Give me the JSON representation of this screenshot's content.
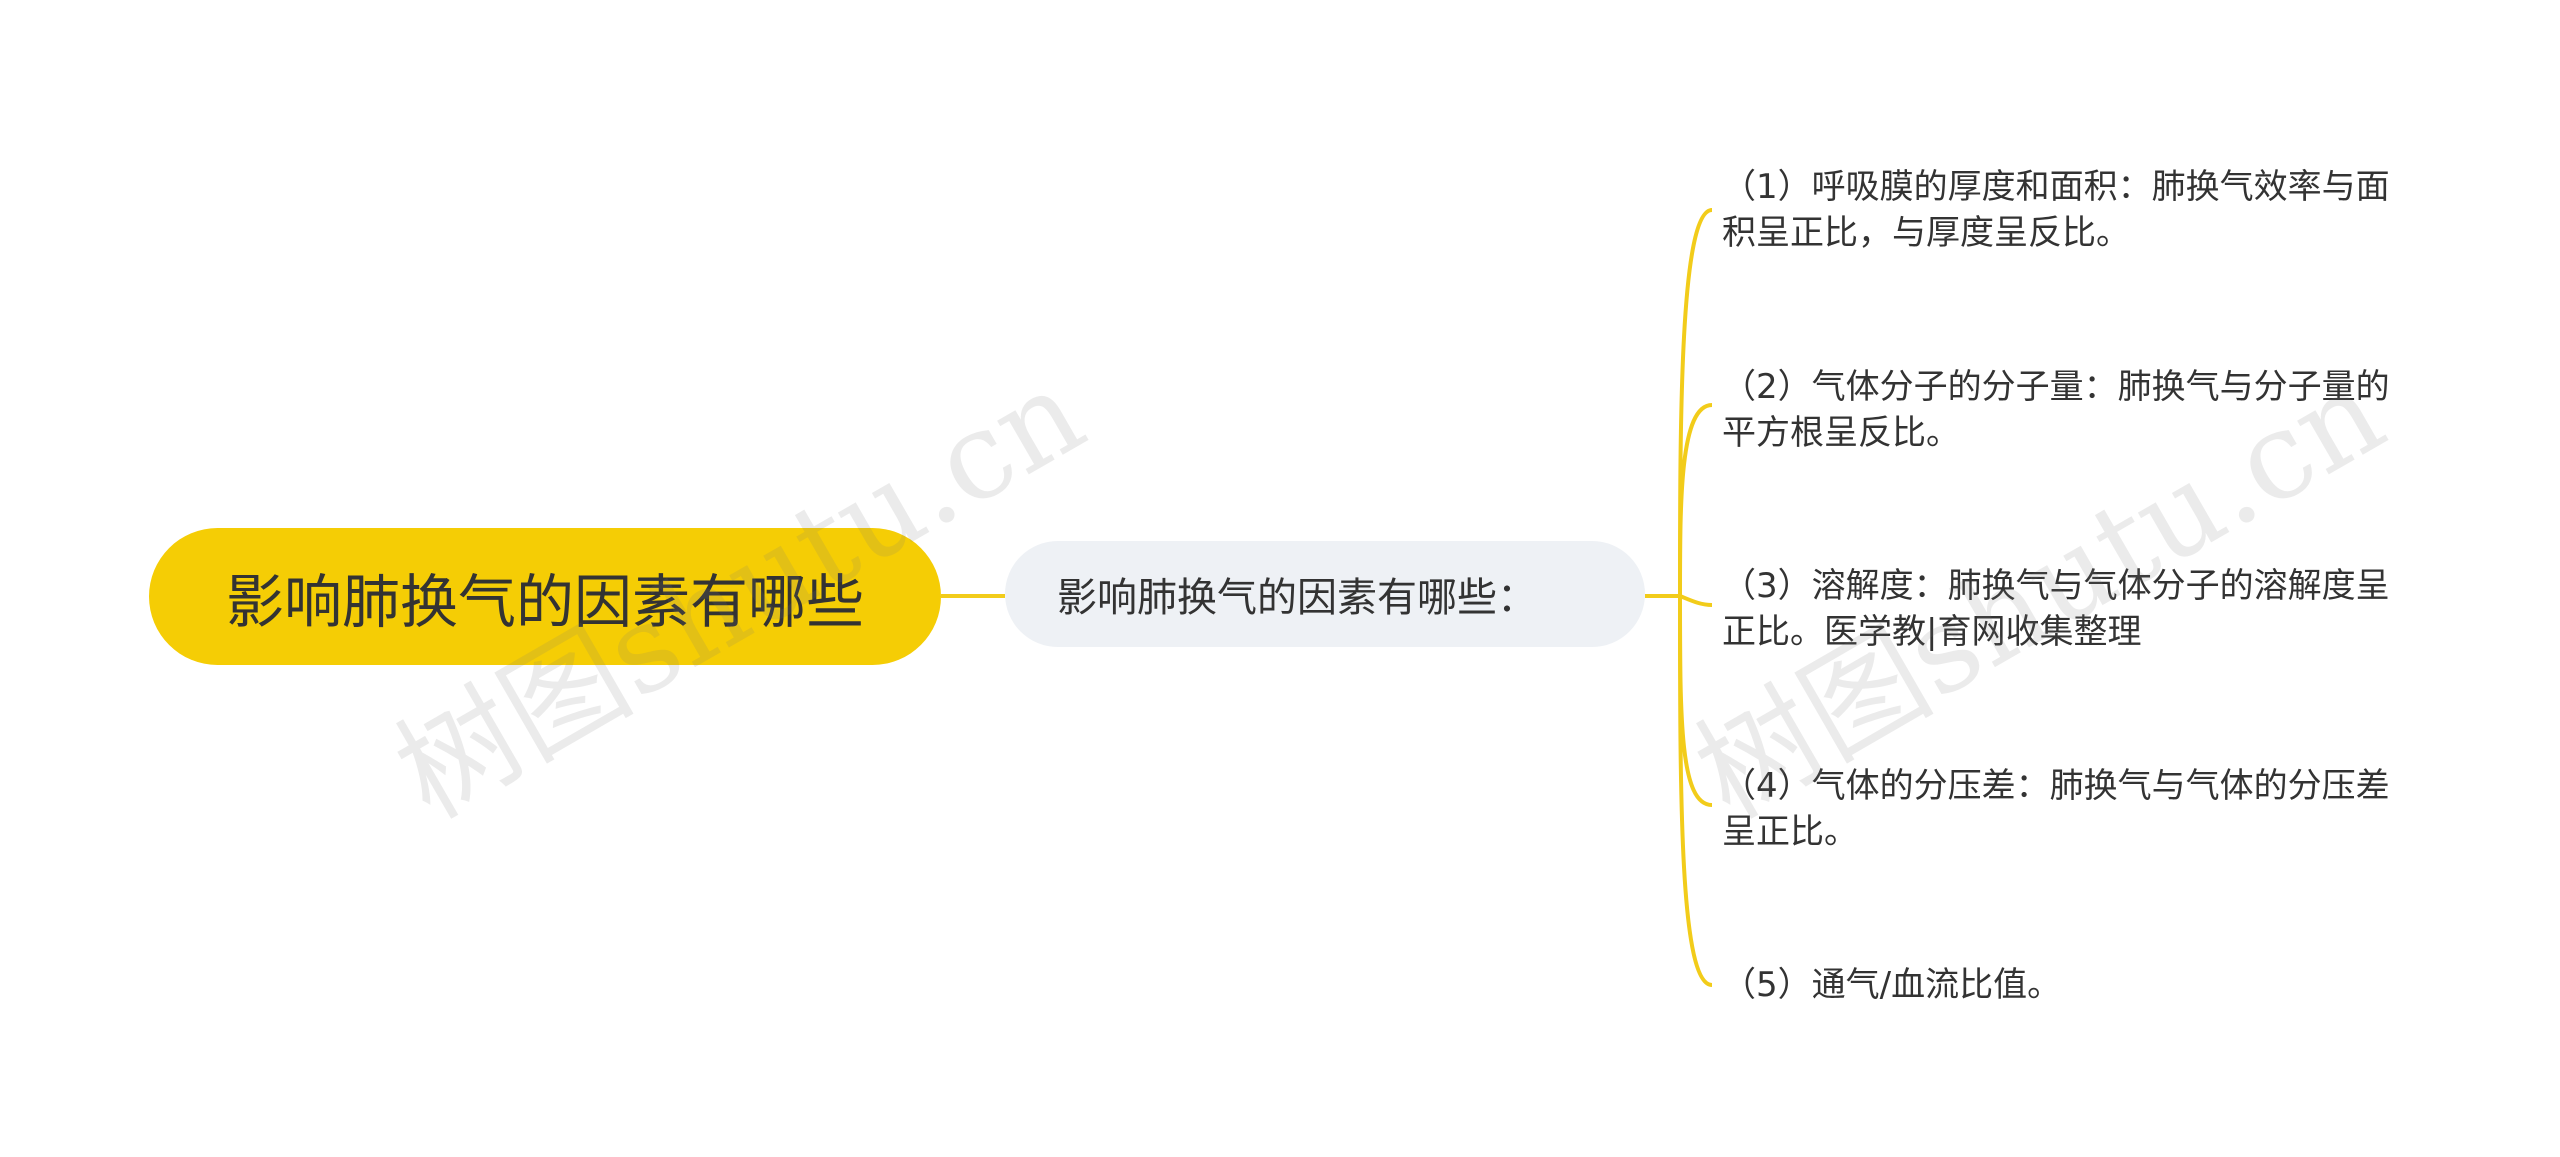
{
  "mindmap": {
    "root": {
      "label": "影响肺换气的因素有哪些"
    },
    "branch": {
      "label": "影响肺换气的因素有哪些："
    },
    "leaves": [
      {
        "label": "（1）呼吸膜的厚度和面积：肺换气效率与面积呈正比，与厚度呈反比。"
      },
      {
        "label": "（2）气体分子的分子量：肺换气与分子量的平方根呈反比。"
      },
      {
        "label": "（3）溶解度：肺换气与气体分子的溶解度呈正比。医学教|育网收集整理"
      },
      {
        "label": "（4）气体的分压差：肺换气与气体的分压差呈正比。"
      },
      {
        "label": "（5）通气/血流比值。"
      }
    ]
  },
  "watermark": {
    "text": "树图shutu.cn"
  },
  "colors": {
    "root_bg": "#f5cd05",
    "branch_bg": "#eef1f5",
    "connector": "#f2cc1a",
    "text": "#333333"
  }
}
